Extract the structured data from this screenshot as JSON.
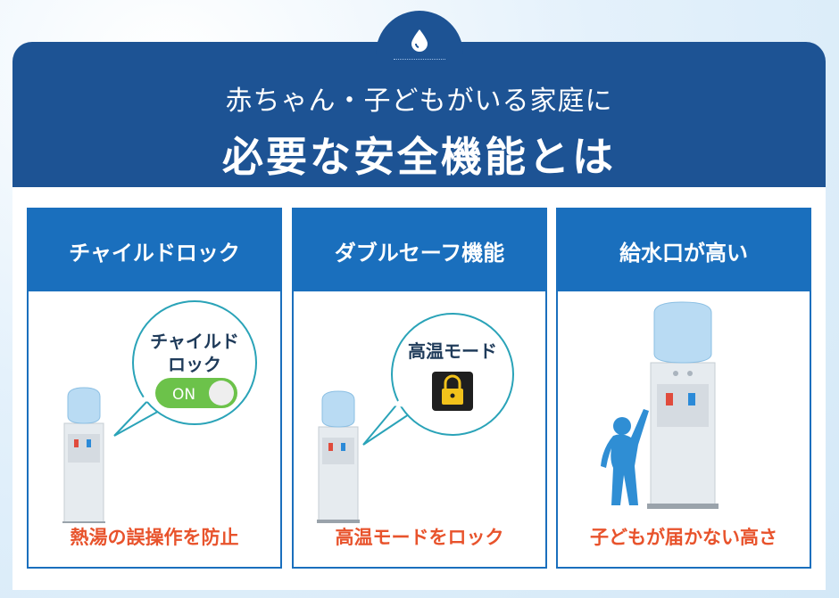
{
  "header": {
    "title_line1": "赤ちゃん・子どもがいる家庭に",
    "title_line2": "必要な安全機能とは",
    "badge_icon": "water-drop-icon"
  },
  "cards": [
    {
      "title": "チャイルドロック",
      "bubble_line1": "チャイルド",
      "bubble_line2": "ロック",
      "toggle_label": "ON",
      "caption": "熱湯の誤操作を防止"
    },
    {
      "title": "ダブルセーフ機能",
      "bubble_label": "高温モード",
      "bubble_icon": "padlock-icon",
      "caption": "高温モードをロック"
    },
    {
      "title": "給水口が高い",
      "caption": "子どもが届かない高さ"
    }
  ],
  "colors": {
    "header_blue": "#1d5394",
    "card_blue": "#1a6fbd",
    "caption_orange": "#e8532c",
    "toggle_green": "#6cc24a",
    "bubble_teal": "#2aa3b8",
    "child_blue": "#2f8ed4"
  }
}
